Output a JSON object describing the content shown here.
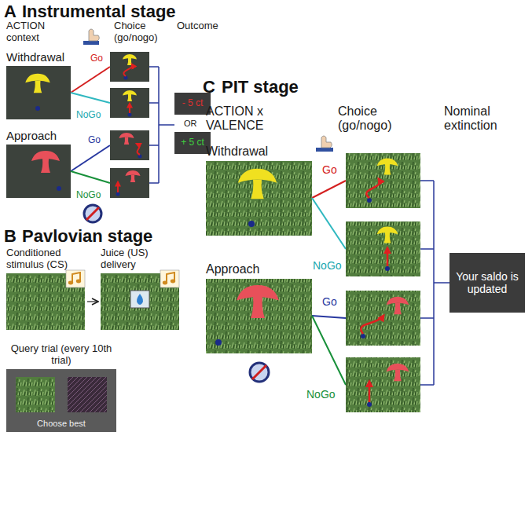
{
  "diagram": {
    "nodes": [
      {
        "text": [
          "Withdrawal"
        ]
      },
      {
        "text": [
          "Approach"
        ]
      },
      {
        "text": [
          "- 5 ct"
        ]
      },
      {
        "text": [
          "+ 5 ct"
        ]
      },
      {
        "text": [
          "Conditioned stimulus (CS)"
        ]
      },
      {
        "text": [
          "Juice (US) delivery"
        ]
      },
      {
        "text": [
          "Query trial (every 10th trial)",
          "Choose best"
        ]
      },
      {
        "text": [
          "Withdrawal"
        ]
      },
      {
        "text": [
          "Approach"
        ]
      },
      {
        "text": [
          "Your saldo is updated"
        ]
      }
    ],
    "edges": [
      {
        "from": 4,
        "to": 5,
        "arrow": "to"
      }
    ],
    "labels": [
      "A",
      "Instrumental stage",
      "ACTION context",
      "Choice (go/nogo)",
      "Outcome",
      "Go",
      "NoGo",
      "Go",
      "NoGo",
      "OR",
      "B",
      "Pavlovian stage",
      "C",
      "PIT stage",
      "ACTION x VALENCE",
      "Choice (go/nogo)",
      "Nominal extinction",
      "Go",
      "NoGo",
      "Go",
      "NoGo"
    ]
  }
}
